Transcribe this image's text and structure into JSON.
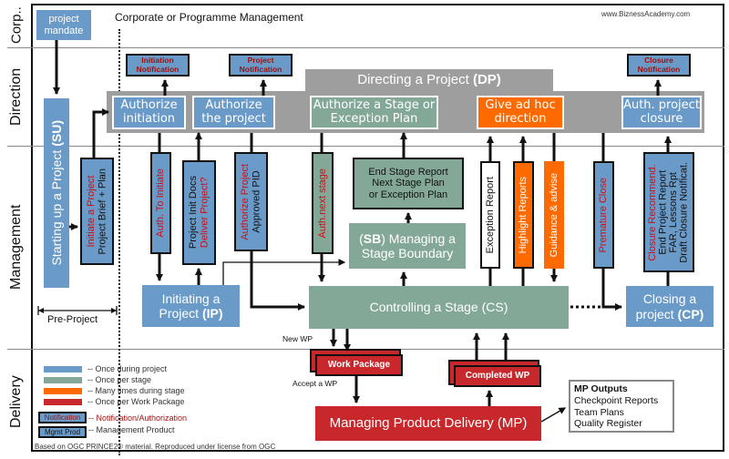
{
  "header": {
    "lane_title": "Corporate or Programme Management",
    "watermark": "www.BiznessAcademy.com"
  },
  "lanes": {
    "corp": "Corp..",
    "direction": "Direction",
    "management": "Management",
    "delivery": "Delivery"
  },
  "corporate": {
    "project_mandate": "project mandate"
  },
  "direction": {
    "dp_title": "Directing a Project",
    "dp_code": "(DP)",
    "authorize_initiation": "Authorize initiation",
    "authorize_project": "Authorize the project",
    "authorize_stage": "Authorize a Stage or Exception Plan",
    "ad_hoc": "Give ad hoc direction",
    "auth_closure": "Auth. project closure",
    "notifications": {
      "initiation": "Initiation Notification",
      "project": "Project Notification",
      "closure": "Closure Notification"
    }
  },
  "management": {
    "su_title": "Starting up a Project",
    "su_code": "(SU)",
    "initiate_red": "Initiate a Project",
    "initiate_black": "Project Brief + Plan",
    "auth_to_initiate": "Auth. To Initiate",
    "pid_black": "Project Init Docs",
    "pid_red": "Deliver Project?",
    "authorize_project_red": "Authorize Project",
    "authorize_project_black": "Approved PID",
    "auth_next_stage": "Auth.next stage",
    "end_stage_report": [
      "End Stage Report",
      "Next Stage Plan",
      "or Exception Plan"
    ],
    "sb_code": "(SB)",
    "sb_title_1": "Managing a",
    "sb_title_2": "Stage Boundary",
    "exception_report": "Exception Report",
    "highlight_reports": "Highlight Reports",
    "guidance": "Guidance & advise",
    "premature_close": "Premature Close",
    "closure_recommend": "Closure Recommend.",
    "closure_lines": [
      "End Project Report",
      "FAR, Lessons Rpt",
      "Draft Closure Notificat."
    ],
    "ip_title_1": "Initiating a",
    "ip_title_2": "Project",
    "ip_code": "(IP)",
    "cs_title": "Controlling a Stage (CS)",
    "cp_title_1": "Closing a",
    "cp_title_2": "project",
    "cp_code": "(CP)",
    "pre_project": "Pre-Project"
  },
  "delivery": {
    "new_wp": "New WP",
    "work_package": "Work Package",
    "accept_wp": "Accept a WP",
    "completed_wp": "Completed WP",
    "mp_title": "Managing Product Delivery (MP)",
    "mp_outputs_title": "MP Outputs",
    "mp_outputs": [
      "Checkpoint Reports",
      "Team Plans",
      "Quality Register"
    ]
  },
  "legend": {
    "items": [
      {
        "color": "#6a9ac7",
        "label": "-- Once during project"
      },
      {
        "color": "#84a898",
        "label": "-- Once per stage"
      },
      {
        "color": "#ff6a00",
        "label": "-- Many times during stage"
      },
      {
        "color": "#c8282b",
        "label": "-- Once per Work Package"
      }
    ],
    "notification_sample": "Notification",
    "notification_label": "-- Notification/Authorization",
    "mgmt_sample": "Mgmt Prod",
    "mgmt_label": "-- Management Product"
  },
  "footer": {
    "credit": "Based on OGC PRINCE2® material. Reproduced under license from OGC"
  },
  "colors": {
    "once_project": "#6a9ac7",
    "once_stage": "#84a898",
    "many_times": "#ff6a00",
    "once_wp": "#c8282b",
    "notification_text": "#9b1010"
  }
}
